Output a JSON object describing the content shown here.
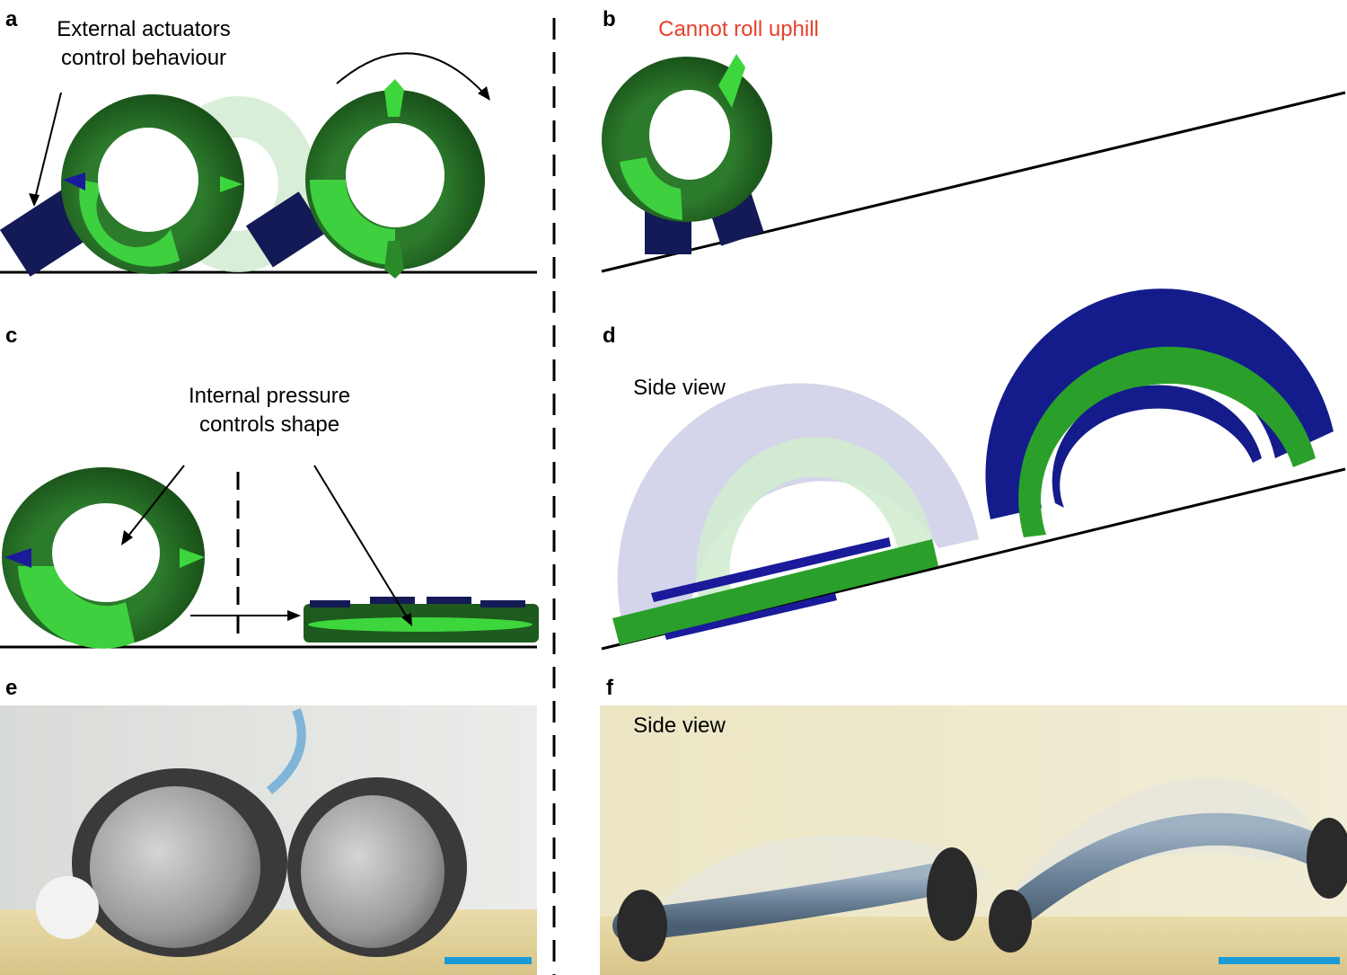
{
  "panels": {
    "a": {
      "letter": "a",
      "label": "External actuators\ncontrol behaviour"
    },
    "b": {
      "letter": "b",
      "label": "Cannot roll uphill",
      "label_color": "#e8402b"
    },
    "c": {
      "letter": "c",
      "label": "Internal pressure\ncontrols shape"
    },
    "d": {
      "letter": "d",
      "label": "Side view"
    },
    "e": {
      "letter": "e"
    },
    "f": {
      "letter": "f",
      "label": "Side view"
    }
  },
  "colors": {
    "ring_dark": "#1e5a1e",
    "ring_light": "#3dd63d",
    "actuator": "#141a55",
    "actuator_blue": "#1a1a9a",
    "ghost_green": "#d2ecd2",
    "ghost_blue": "#cfd0e8",
    "photo_bg": "#d9dcd8",
    "photo_table": "#e7d7a3",
    "scale_bar": "#1a9ad7"
  }
}
